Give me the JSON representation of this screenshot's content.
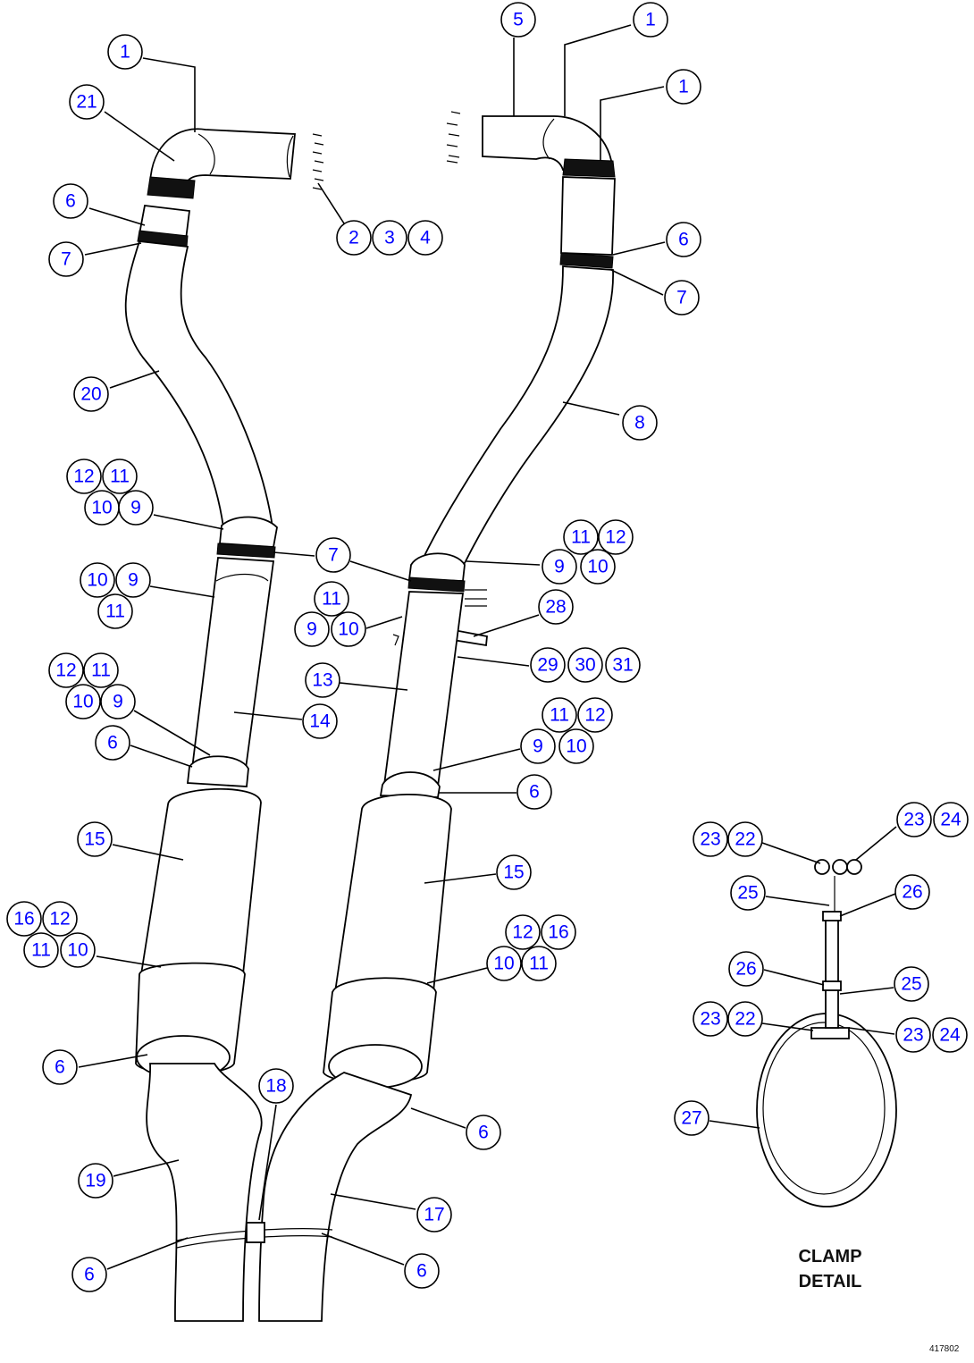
{
  "colors": {
    "callout_text": "#0000ff",
    "line": "#000000",
    "background": "#ffffff"
  },
  "caption": {
    "line1": "CLAMP",
    "line2": "DETAIL"
  },
  "figure_number": "417802",
  "callouts": [
    {
      "label": "1"
    },
    {
      "label": "21"
    },
    {
      "label": "6"
    },
    {
      "label": "7"
    },
    {
      "label": "2"
    },
    {
      "label": "3"
    },
    {
      "label": "4"
    },
    {
      "label": "5"
    },
    {
      "label": "1"
    },
    {
      "label": "1"
    },
    {
      "label": "6"
    },
    {
      "label": "7"
    },
    {
      "label": "20"
    },
    {
      "label": "8"
    },
    {
      "label": "12"
    },
    {
      "label": "11"
    },
    {
      "label": "10"
    },
    {
      "label": "9"
    },
    {
      "label": "10"
    },
    {
      "label": "9"
    },
    {
      "label": "11"
    },
    {
      "label": "7"
    },
    {
      "label": "11"
    },
    {
      "label": "9"
    },
    {
      "label": "10"
    },
    {
      "label": "11"
    },
    {
      "label": "12"
    },
    {
      "label": "9"
    },
    {
      "label": "10"
    },
    {
      "label": "28"
    },
    {
      "label": "29"
    },
    {
      "label": "30"
    },
    {
      "label": "31"
    },
    {
      "label": "13"
    },
    {
      "label": "14"
    },
    {
      "label": "12"
    },
    {
      "label": "11"
    },
    {
      "label": "10"
    },
    {
      "label": "9"
    },
    {
      "label": "6"
    },
    {
      "label": "11"
    },
    {
      "label": "12"
    },
    {
      "label": "9"
    },
    {
      "label": "10"
    },
    {
      "label": "6"
    },
    {
      "label": "15"
    },
    {
      "label": "15"
    },
    {
      "label": "16"
    },
    {
      "label": "12"
    },
    {
      "label": "11"
    },
    {
      "label": "10"
    },
    {
      "label": "12"
    },
    {
      "label": "16"
    },
    {
      "label": "10"
    },
    {
      "label": "11"
    },
    {
      "label": "6"
    },
    {
      "label": "18"
    },
    {
      "label": "6"
    },
    {
      "label": "19"
    },
    {
      "label": "17"
    },
    {
      "label": "6"
    },
    {
      "label": "6"
    },
    {
      "label": "23"
    },
    {
      "label": "22"
    },
    {
      "label": "23"
    },
    {
      "label": "24"
    },
    {
      "label": "25"
    },
    {
      "label": "26"
    },
    {
      "label": "26"
    },
    {
      "label": "25"
    },
    {
      "label": "23"
    },
    {
      "label": "22"
    },
    {
      "label": "23"
    },
    {
      "label": "24"
    },
    {
      "label": "27"
    }
  ]
}
